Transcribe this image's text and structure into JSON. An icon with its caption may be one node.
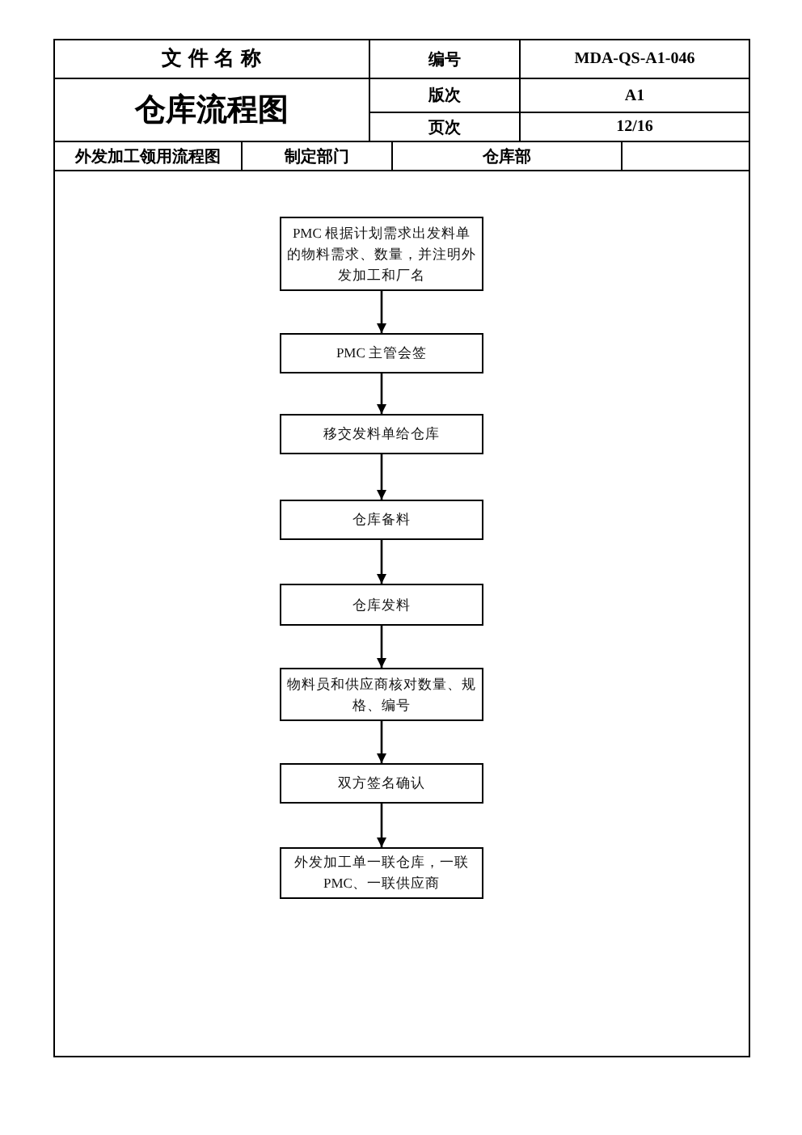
{
  "diagram": {
    "title": "仓库流程图",
    "nodes": [
      {
        "text": [
          "PMC 根据计划需求出发料单的物料需求、数量，并注明外发加工和厂名"
        ]
      },
      {
        "text": [
          "PMC 主管会签"
        ]
      },
      {
        "text": [
          "移交发料单给仓库"
        ]
      },
      {
        "text": [
          "仓库备料"
        ]
      },
      {
        "text": [
          "仓库发料"
        ]
      },
      {
        "text": [
          "物料员和供应商核对数量、规格、编号"
        ]
      },
      {
        "text": [
          "双方签名确认"
        ]
      },
      {
        "text": [
          "外发加工单一联仓库，一联PMC、一联供应商"
        ]
      }
    ],
    "edges": [
      {
        "from": 0,
        "to": 1,
        "arrow": "to"
      },
      {
        "from": 1,
        "to": 2,
        "arrow": "to"
      },
      {
        "from": 2,
        "to": 3,
        "arrow": "to"
      },
      {
        "from": 3,
        "to": 4,
        "arrow": "to"
      },
      {
        "from": 4,
        "to": 5,
        "arrow": "to"
      },
      {
        "from": 5,
        "to": 6,
        "arrow": "to"
      },
      {
        "from": 6,
        "to": 7,
        "arrow": "to"
      }
    ],
    "labels": [
      "文 件 名 称",
      "编号",
      "MDA-QS-A1-046",
      "版次",
      "A1",
      "页次",
      "12/16",
      "外发加工领用流程图",
      "制定部门",
      "仓库部"
    ]
  }
}
